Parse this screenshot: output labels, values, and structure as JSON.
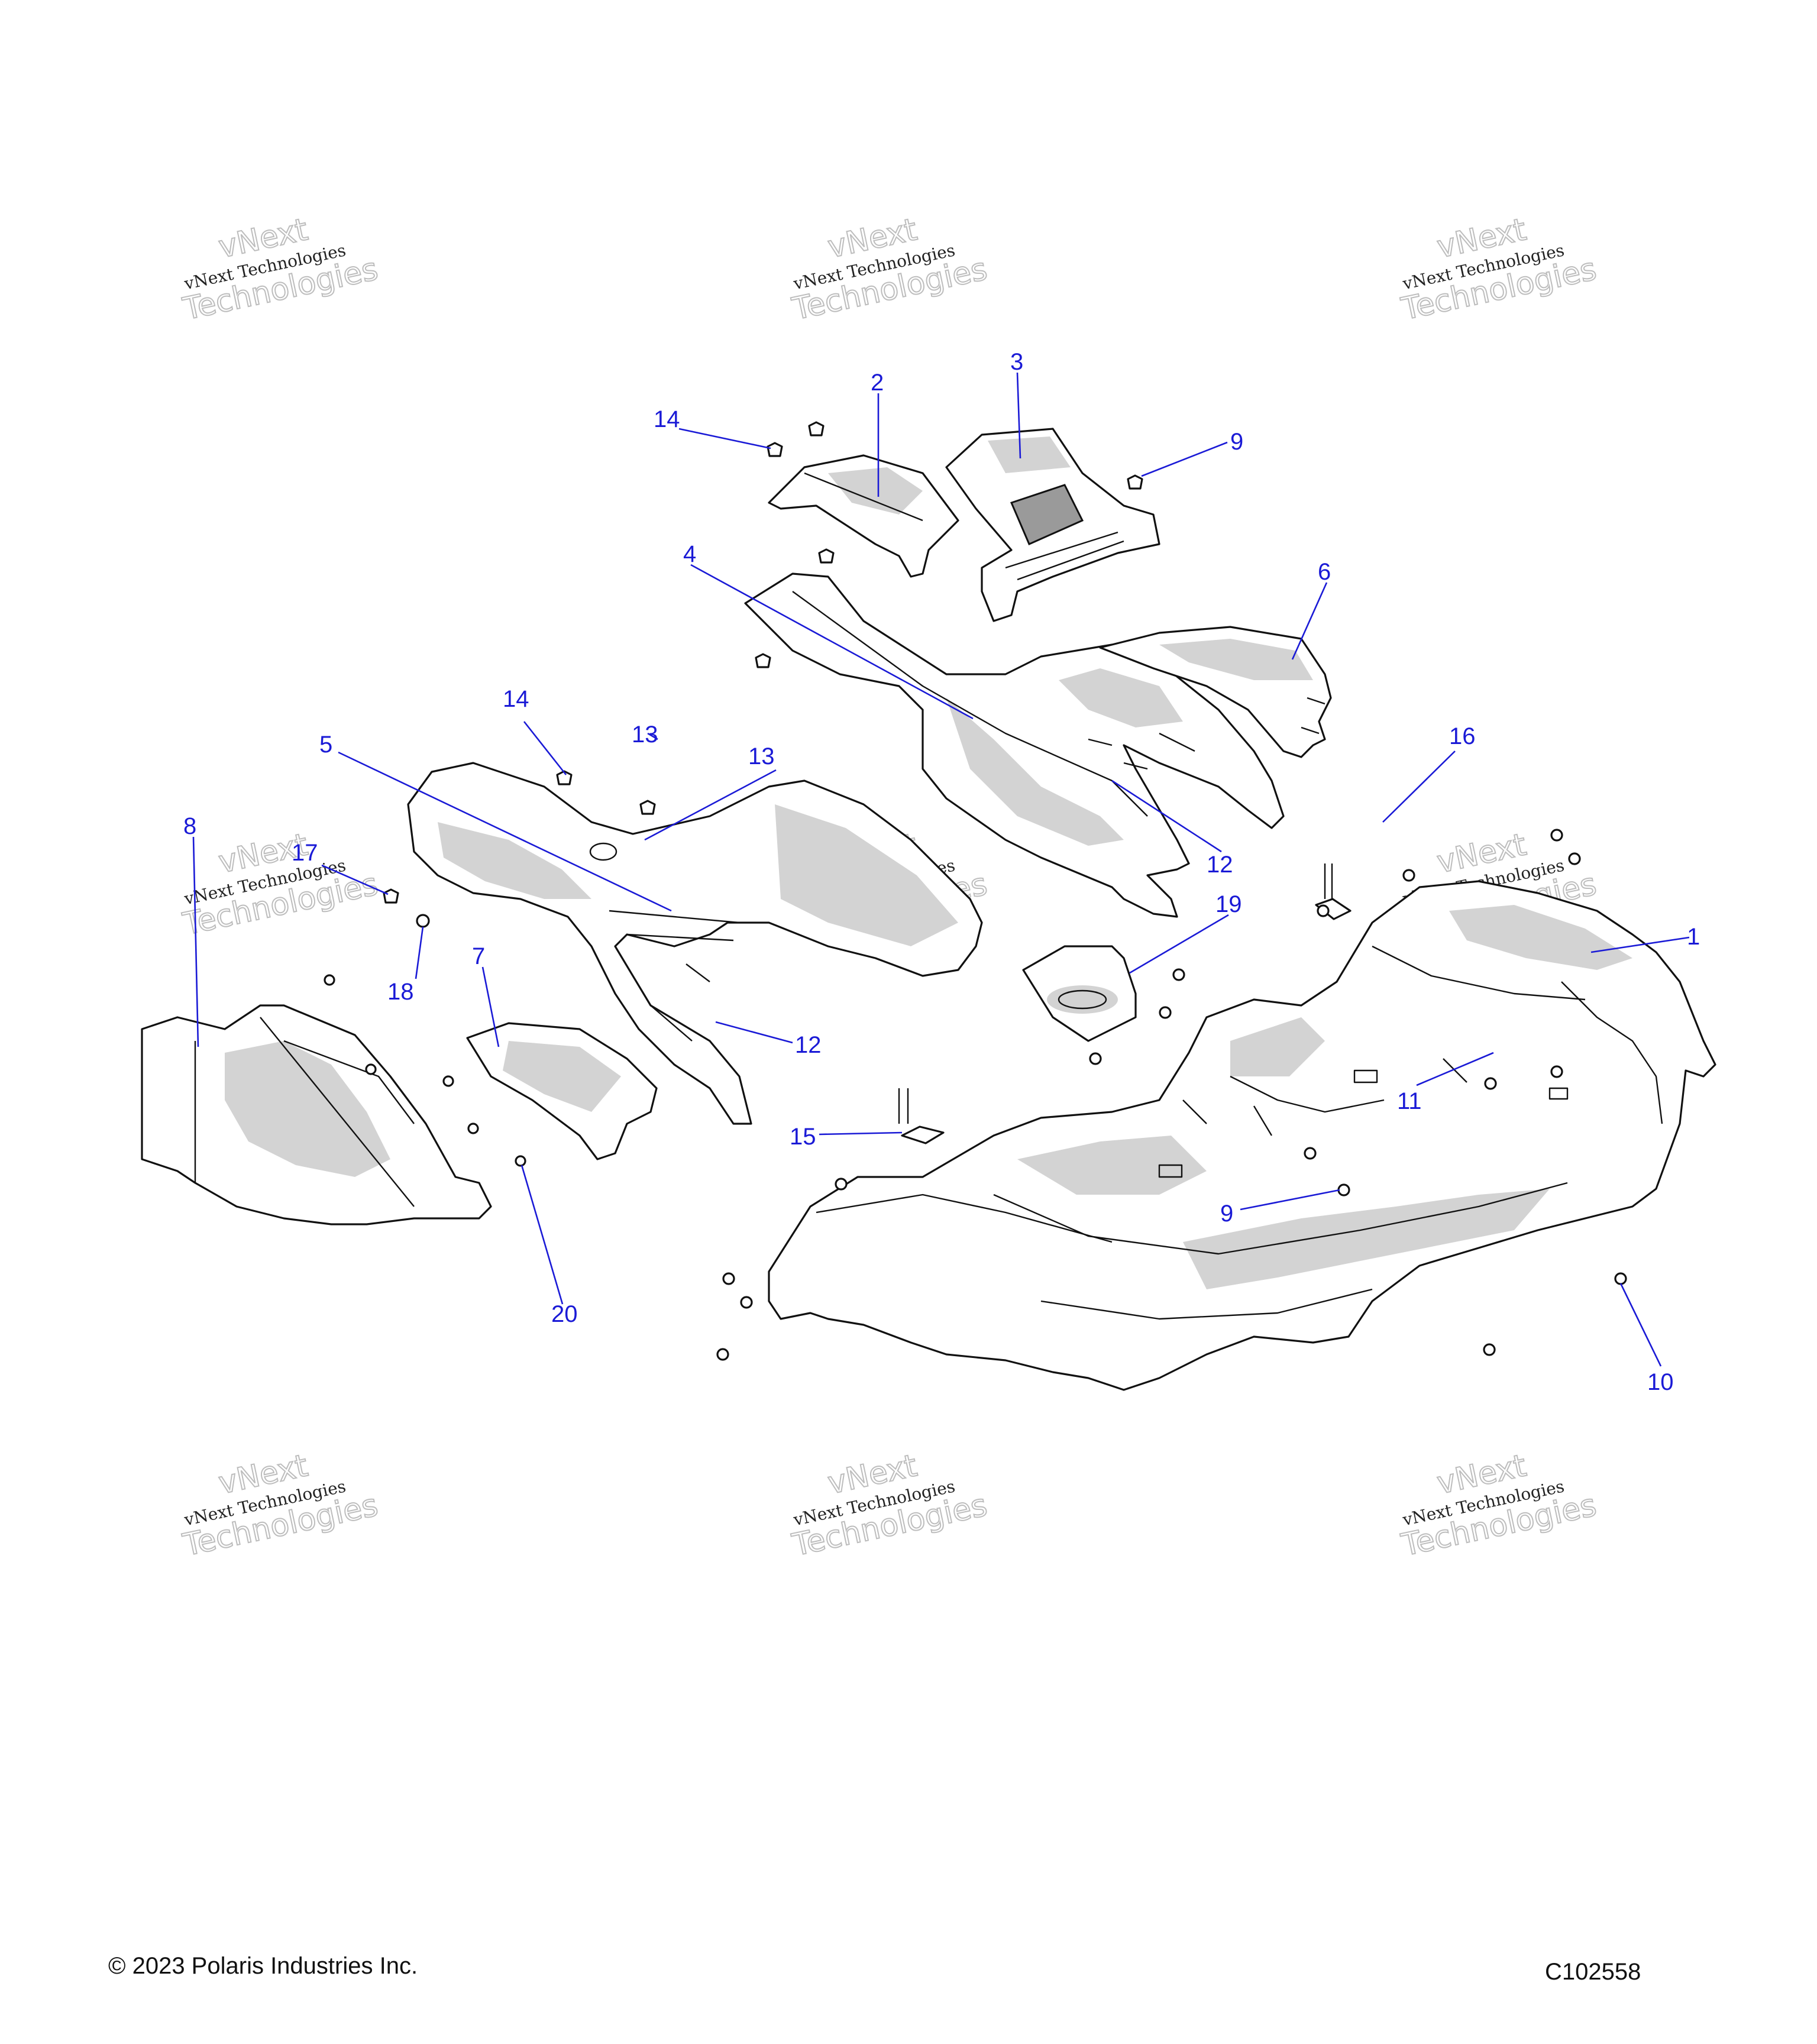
{
  "footer": {
    "copyright": "© 2023 Polaris Industries Inc.",
    "drawing_code": "C102558"
  },
  "watermark": {
    "line_small": "vNext Technologies",
    "line_top": "vNext",
    "line_bottom": "Technologies"
  },
  "callouts": [
    {
      "id": "c1",
      "label": "1"
    },
    {
      "id": "c2",
      "label": "2"
    },
    {
      "id": "c3",
      "label": "3"
    },
    {
      "id": "c4",
      "label": "4"
    },
    {
      "id": "c5",
      "label": "5"
    },
    {
      "id": "c6",
      "label": "6"
    },
    {
      "id": "c7",
      "label": "7"
    },
    {
      "id": "c8",
      "label": "8"
    },
    {
      "id": "c9a",
      "label": "9"
    },
    {
      "id": "c9b",
      "label": "9"
    },
    {
      "id": "c10",
      "label": "10"
    },
    {
      "id": "c11",
      "label": "11"
    },
    {
      "id": "c12a",
      "label": "12"
    },
    {
      "id": "c12b",
      "label": "12"
    },
    {
      "id": "c13a",
      "label": "13"
    },
    {
      "id": "c13b",
      "label": "13"
    },
    {
      "id": "c14a",
      "label": "14"
    },
    {
      "id": "c14b",
      "label": "14"
    },
    {
      "id": "c15",
      "label": "15"
    },
    {
      "id": "c16",
      "label": "16"
    },
    {
      "id": "c17",
      "label": "17"
    },
    {
      "id": "c18",
      "label": "18"
    },
    {
      "id": "c19",
      "label": "19"
    },
    {
      "id": "c20",
      "label": "20"
    }
  ],
  "colors": {
    "callout": "#1a1ad6",
    "line": "#111111",
    "shade": "#d3d3d3",
    "watermark": "#bdbdbd"
  }
}
